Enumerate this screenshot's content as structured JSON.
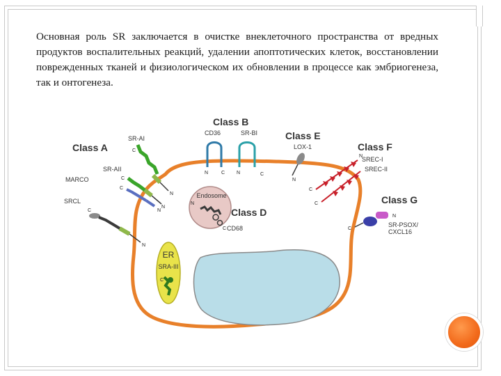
{
  "slide": {
    "paragraph": "Основная роль SR заключается в очистке внеклеточного пространства от вредных продуктов воспалительных реакций, удалении апоптотических клеток, восстановлении поврежденных тканей и физиологическом их обновлении в процессе как эмбриогенеза, так и онтогенеза."
  },
  "figure": {
    "classes": {
      "a": "Class A",
      "b": "Class B",
      "d": "Class D",
      "e": "Class E",
      "f": "Class F",
      "g": "Class G"
    },
    "receptors": {
      "sr_ai": "SR-AI",
      "sr_aii": "SR-AII",
      "marco": "MARCO",
      "srcl": "SRCL",
      "cd36": "CD36",
      "sr_bi": "SR-BI",
      "lox1": "LOX-1",
      "srec_i": "SREC-I",
      "srec_ii": "SREC-II",
      "sr_psox": "SR-PSOX/",
      "cxcl16": "CXCL16",
      "cd68": "CD68",
      "sra_iii": "SRA-III"
    },
    "organelles": {
      "endosome": "Endosome",
      "er": "ER"
    },
    "termini": {
      "n": "N",
      "c": "C"
    }
  }
}
